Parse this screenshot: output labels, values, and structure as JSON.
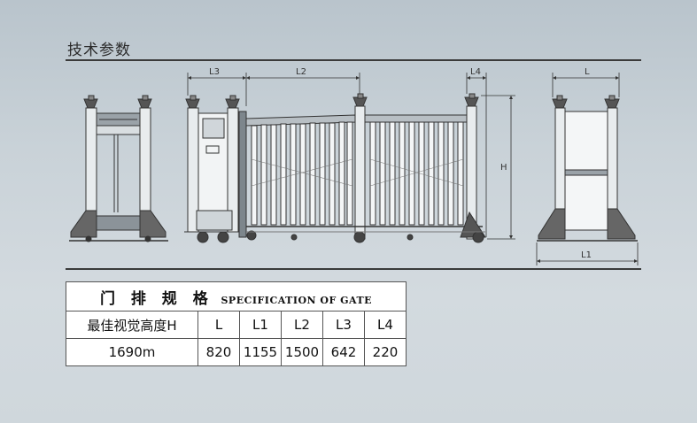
{
  "page": {
    "title": "技术参数"
  },
  "drawing": {
    "dimension_labels": [
      "L3",
      "L2",
      "L4",
      "L",
      "H",
      "L1"
    ]
  },
  "spec_table": {
    "title_cn": "门 排 规 格",
    "title_en": "SPECIFICATION OF GATE",
    "headers": [
      "最佳视觉高度H",
      "L",
      "L1",
      "L2",
      "L3",
      "L4"
    ],
    "values": [
      "1690m",
      "820",
      "1155",
      "1500",
      "642",
      "220"
    ]
  }
}
